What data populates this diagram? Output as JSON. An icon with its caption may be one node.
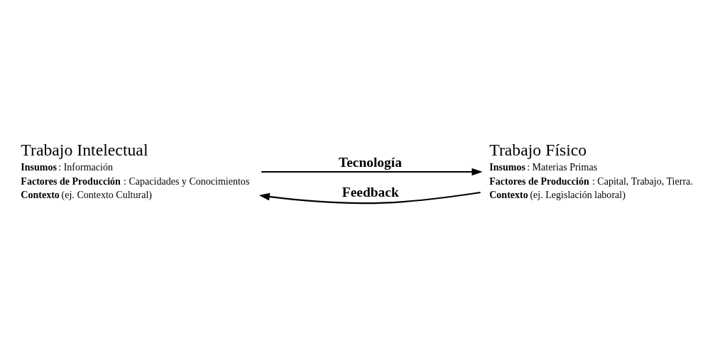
{
  "diagram": {
    "nodes": [
      {
        "text": [
          "Trabajo Intelectual",
          "**Insumos**: Información",
          "**Factores de Producción**: Capacidades y Conocimientos",
          "**Contexto** (ej. Contexto Cultural)"
        ]
      },
      {
        "text": [
          "Trabajo Físico",
          "**Insumos**: Materias Primas",
          "**Factores de Producción**: Capital, Trabajo, Tierra.",
          "**Contexto** (ej. Legislación laboral)"
        ]
      }
    ],
    "edges": [
      {
        "from": 1,
        "to": 0,
        "arrow": "to",
        "label": "Feedback"
      },
      {
        "from": 0,
        "to": 1,
        "arrow": "to",
        "label": "Tecnología"
      }
    ]
  }
}
